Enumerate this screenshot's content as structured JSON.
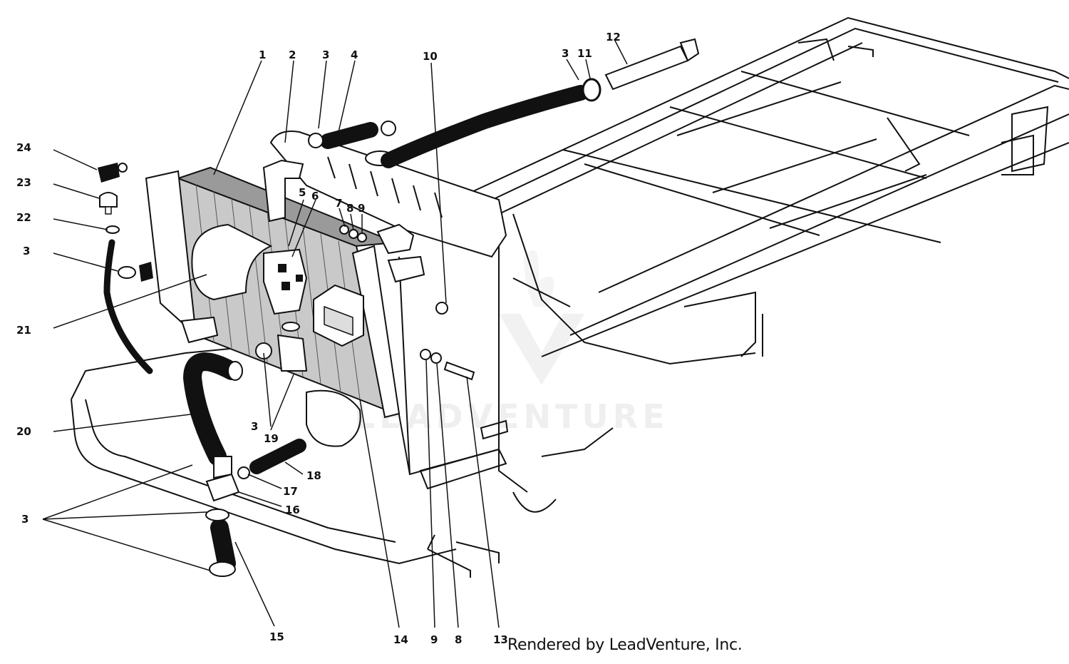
{
  "diagram": {
    "callouts": [
      "1",
      "2",
      "3",
      "4",
      "10",
      "12",
      "3",
      "11",
      "24",
      "23",
      "22",
      "3",
      "21",
      "5",
      "6",
      "7",
      "8",
      "9",
      "20",
      "3",
      "19",
      "17",
      "18",
      "16",
      "3",
      "15",
      "14",
      "9",
      "8",
      "13"
    ],
    "credit": "Rendered by LeadVenture, Inc.",
    "watermark": "LEADVENTURE"
  }
}
